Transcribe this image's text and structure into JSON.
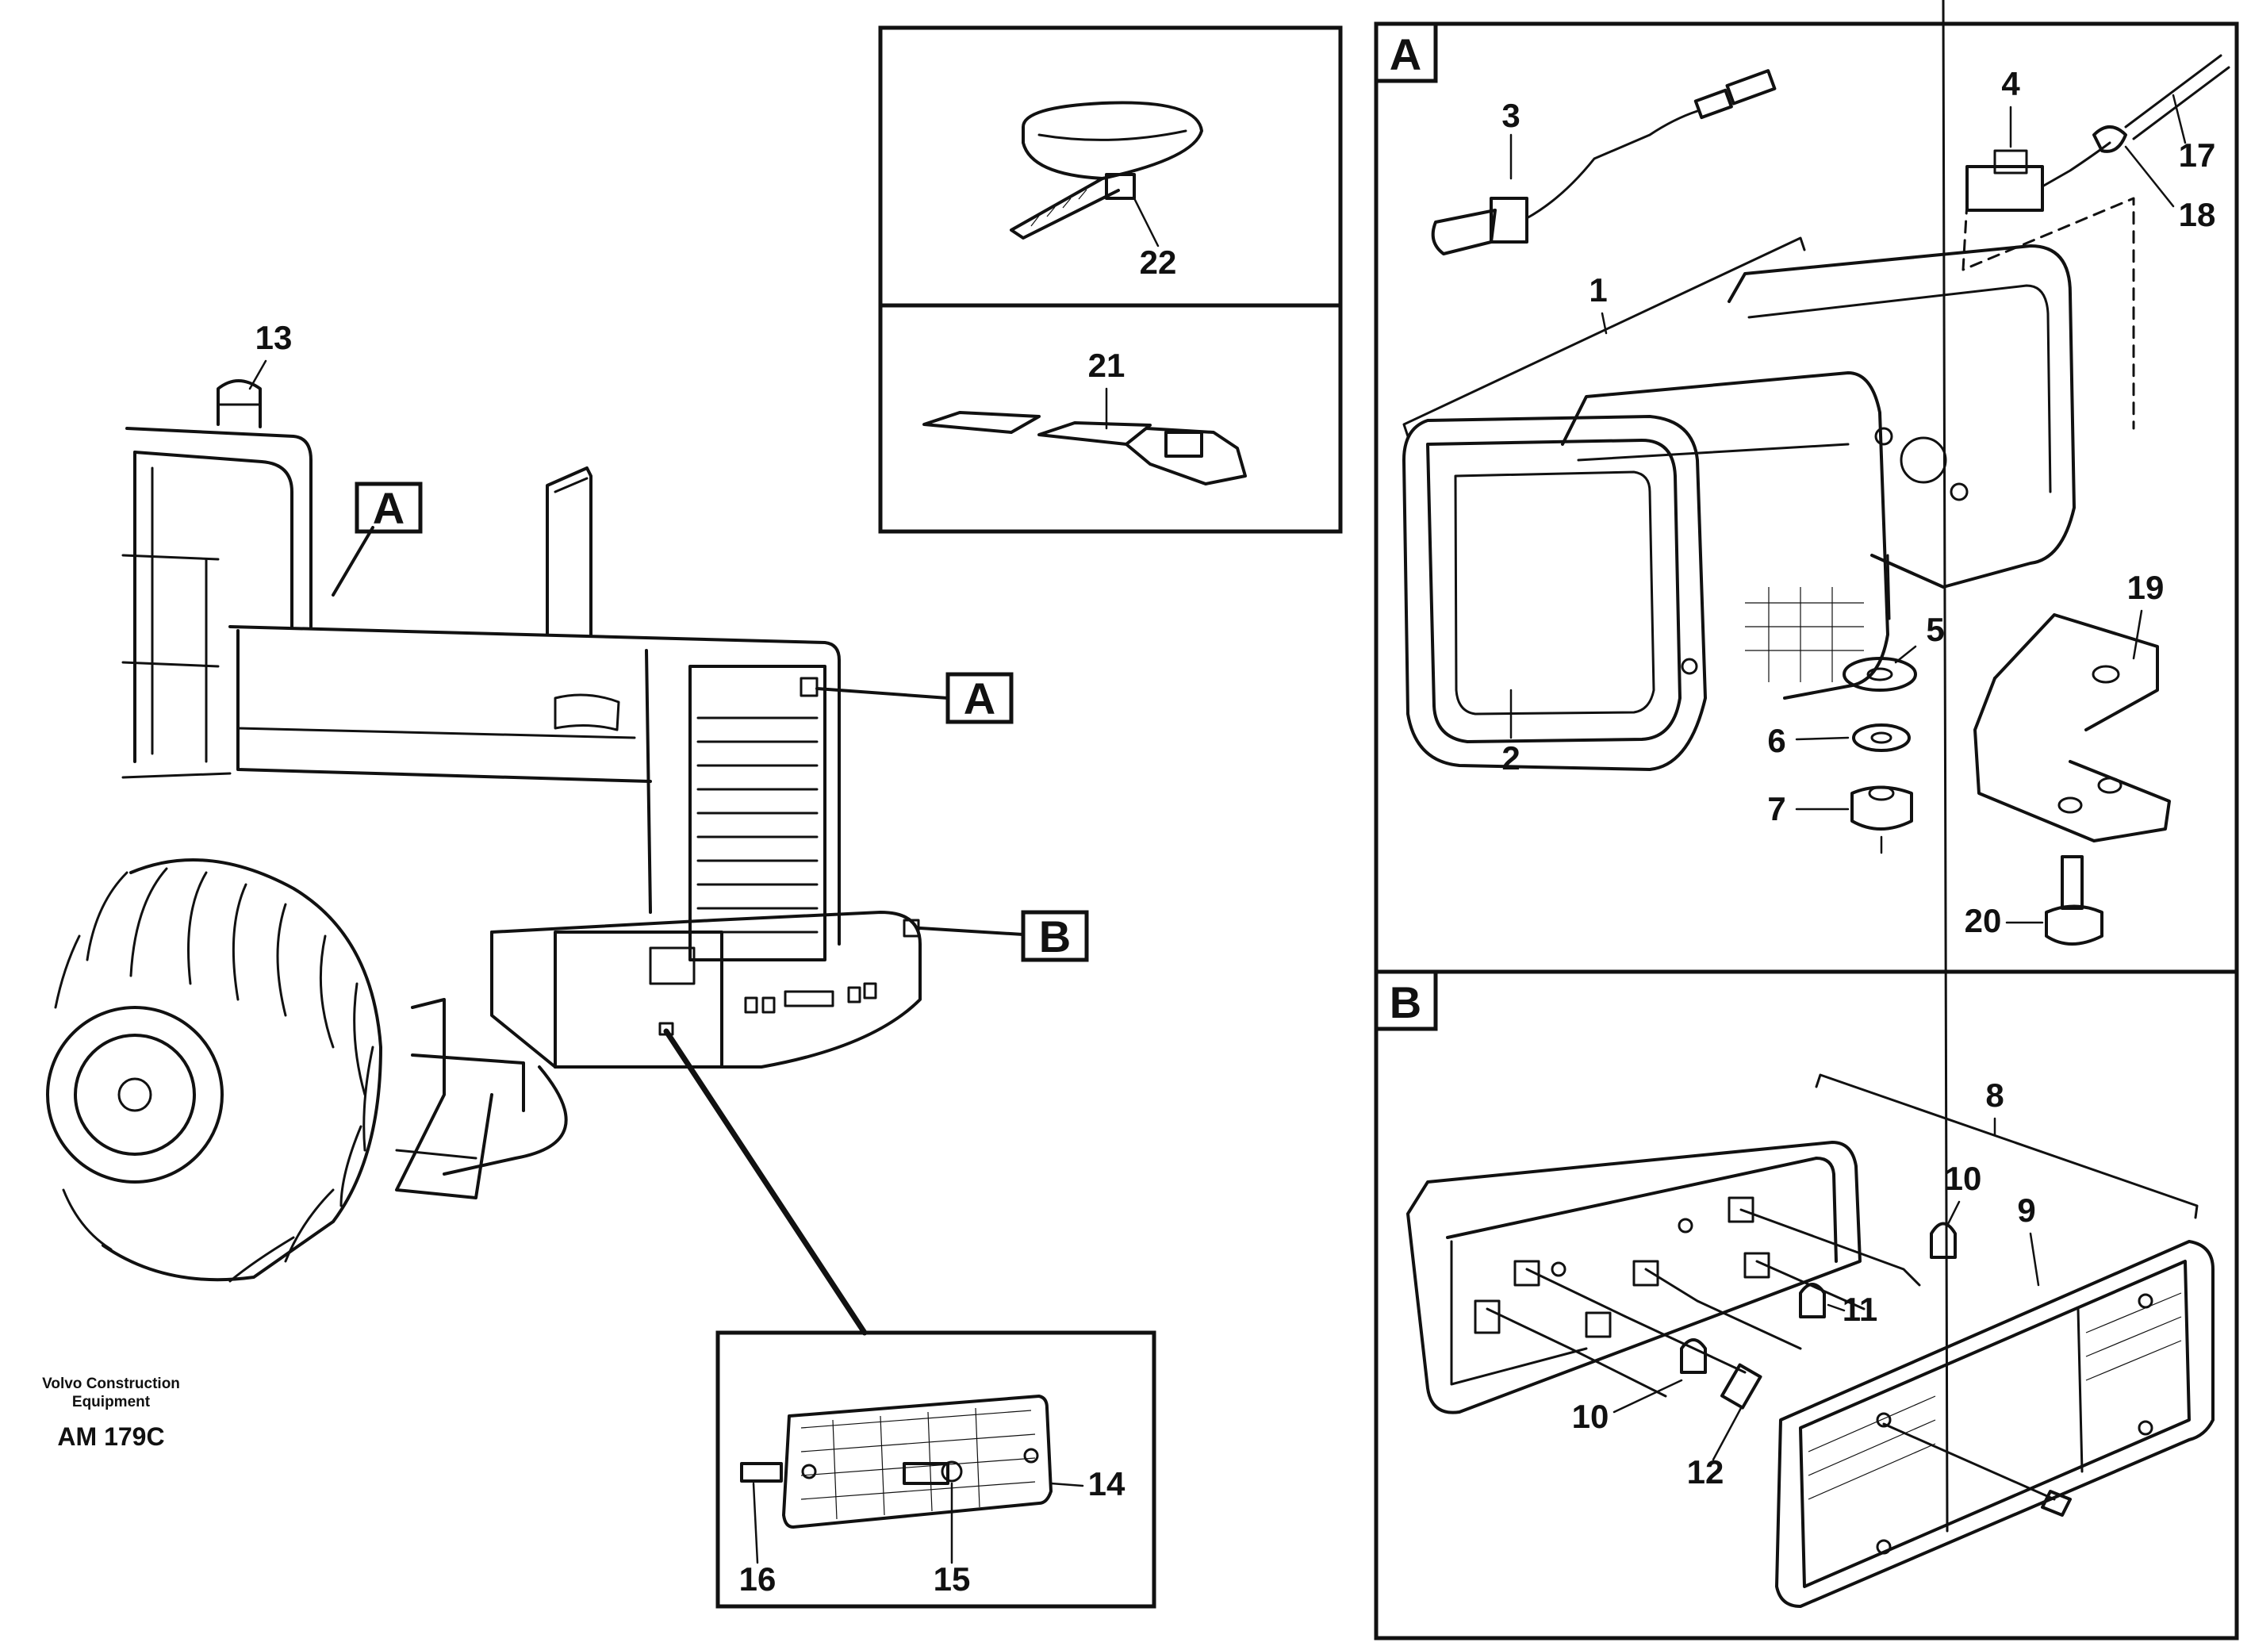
{
  "panels": {
    "a": {
      "label": "A"
    },
    "b": {
      "label": "B"
    }
  },
  "callouts": {
    "a_roof": "A",
    "a_side": "A",
    "b_side": "B"
  },
  "parts": {
    "p1": "1",
    "p2": "2",
    "p3": "3",
    "p4": "4",
    "p5": "5",
    "p6": "6",
    "p7": "7",
    "p8": "8",
    "p9": "9",
    "p10a": "10",
    "p10b": "10",
    "p11": "11",
    "p12": "12",
    "p13": "13",
    "p14": "14",
    "p15": "15",
    "p16": "16",
    "p17": "17",
    "p18": "18",
    "p19": "19",
    "p20": "20",
    "p21": "21",
    "p22": "22"
  },
  "caption": {
    "line1": "Volvo Construction",
    "line2": "Equipment",
    "code": "AM 179C"
  }
}
